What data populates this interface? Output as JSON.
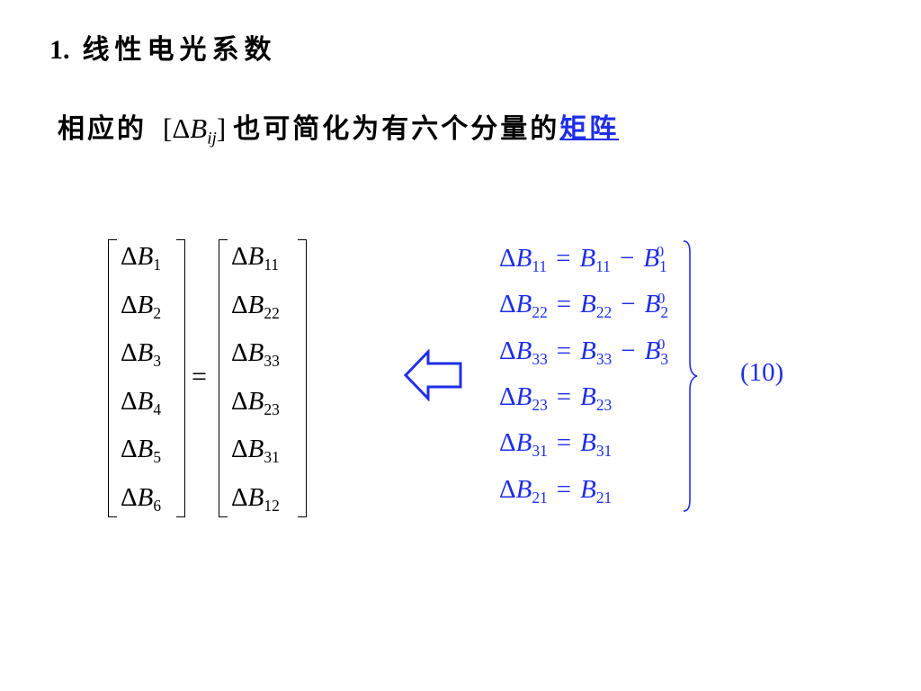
{
  "heading": {
    "number": "1.",
    "title": "线性电光系数"
  },
  "sentence": {
    "before": "相应的",
    "after": "也可简化为有六个分量的",
    "link_text": "矩阵"
  },
  "left_vector": [
    "ΔB1",
    "ΔB2",
    "ΔB3",
    "ΔB4",
    "ΔB5",
    "ΔB6"
  ],
  "right_vector": [
    "ΔB11",
    "ΔB22",
    "ΔB33",
    "ΔB23",
    "ΔB31",
    "ΔB12"
  ],
  "equals": "=",
  "equations": [
    "ΔB11 = B11 − B1^0",
    "ΔB22 = B22 − B2^0",
    "ΔB33 = B33 − B3^0",
    "ΔB23 = B23",
    "ΔB31 = B31",
    "ΔB21 = B21"
  ],
  "equation_number": "(10)",
  "colors": {
    "link": "#1f2ee8",
    "equations": "#1f2ee8",
    "text": "#000000"
  },
  "icons": {
    "arrow": "hollow-left-arrow-icon",
    "brace": "right-curly-brace-icon"
  }
}
